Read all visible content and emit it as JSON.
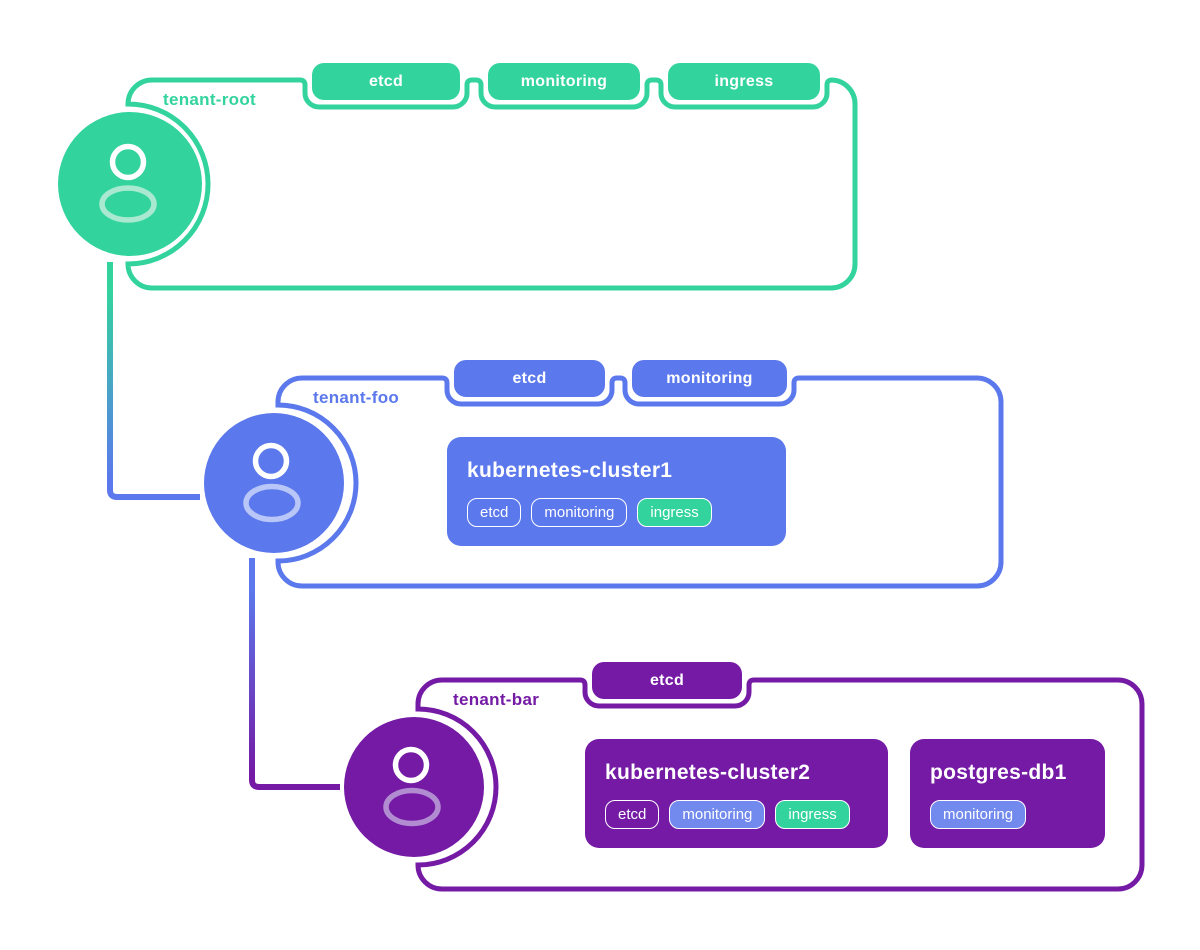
{
  "colors": {
    "green": "#33d39e",
    "green_light": "#a9e9d2",
    "blue": "#5b78ec",
    "blue_light": "#b9c6f8",
    "blue_soft": "#7289ee",
    "purple": "#741aa5",
    "purple_light": "#b18cd1",
    "background": "#ffffff"
  },
  "tenants": [
    {
      "name": "tenant-root",
      "icon": "user-icon",
      "top_tags": [
        {
          "label": "etcd"
        },
        {
          "label": "monitoring"
        },
        {
          "label": "ingress"
        }
      ],
      "resources": []
    },
    {
      "name": "tenant-foo",
      "icon": "user-icon",
      "top_tags": [
        {
          "label": "etcd"
        },
        {
          "label": "monitoring"
        }
      ],
      "resources": [
        {
          "title": "kubernetes-cluster1",
          "tags": [
            {
              "label": "etcd"
            },
            {
              "label": "monitoring"
            },
            {
              "label": "ingress"
            }
          ]
        }
      ]
    },
    {
      "name": "tenant-bar",
      "icon": "user-icon",
      "top_tags": [
        {
          "label": "etcd"
        }
      ],
      "resources": [
        {
          "title": "kubernetes-cluster2",
          "tags": [
            {
              "label": "etcd"
            },
            {
              "label": "monitoring"
            },
            {
              "label": "ingress"
            }
          ]
        },
        {
          "title": "postgres-db1",
          "tags": [
            {
              "label": "monitoring"
            }
          ]
        }
      ]
    }
  ]
}
